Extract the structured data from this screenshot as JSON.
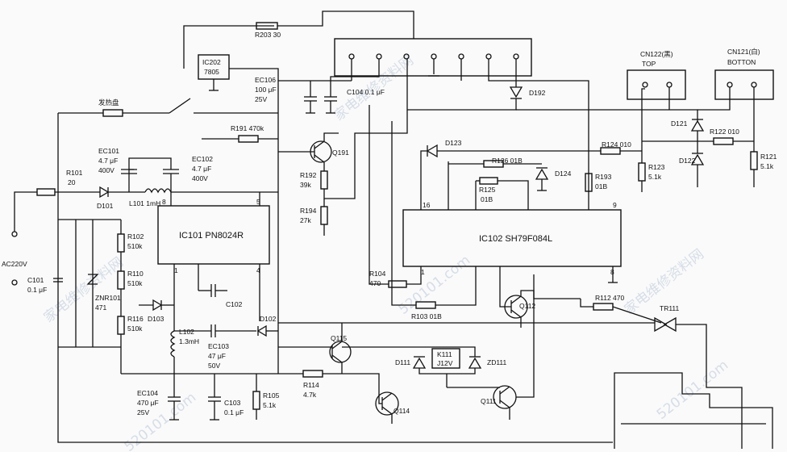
{
  "ic": {
    "ic101": "IC101 PN8024R",
    "ic102": "IC102 SH79F084L",
    "ic202": "IC202",
    "ic202_sub": "7805"
  },
  "connectors": {
    "cn122": "CN122(黑)",
    "cn122_sub": "TOP",
    "cn121": "CN121(白)",
    "cn121_sub": "BOTTON"
  },
  "labels": {
    "r203": "R203 30",
    "ec106": "EC106",
    "ec106_v": "100 μF",
    "ec106_u": "25V",
    "c104": "C104 0.1 μF",
    "heater": "发热盘",
    "r191": "R191 470k",
    "q191": "Q191",
    "r192": "R192",
    "r192_v": "39k",
    "r194": "R194",
    "r194_v": "27k",
    "ec101": "EC101",
    "ec101_v": "4.7 μF",
    "ec101_u": "400V",
    "ec102": "EC102",
    "ec102_v": "4.7 μF",
    "ec102_u": "400V",
    "r101": "R101",
    "r101_v": "20",
    "d101": "D101",
    "l101": "L101 1mH",
    "pin8": "8",
    "pin5": "5",
    "pin1": "1",
    "pin4": "4",
    "ac": "AC220V",
    "c101": "C101",
    "c101_v": "0.1 μF",
    "r102": "R102",
    "r102_v": "510k",
    "r110": "R110",
    "r110_v": "510k",
    "znr": "ZNR101",
    "znr_v": "471",
    "r116": "R116",
    "r116_v": "510k",
    "d103": "D103",
    "c102": "C102",
    "l102": "L102",
    "l102_v": "1.3mH",
    "ec103": "EC103",
    "ec103_v": "47 μF",
    "ec103_u": "50V",
    "d102": "D102",
    "ec104": "EC104",
    "ec104_v": "470 μF",
    "ec104_u": "25V",
    "c103": "C103",
    "c103_v": "0.1 μF",
    "r105": "R105",
    "r105_v": "5.1k",
    "d192": "D192",
    "d123": "D123",
    "r126": "R126 01B",
    "d124": "D124",
    "r125": "R125",
    "r125_v": "01B",
    "r193": "R193",
    "r193_v": "01B",
    "r124": "R124 010",
    "r123": "R123",
    "r123_v": "5.1k",
    "d121": "D121",
    "r122": "R122 010",
    "d122": "D122",
    "r121": "R121",
    "r121_v": "5.1k",
    "pin16": "16",
    "pin9": "9",
    "pin1b": "1",
    "pin8b": "8",
    "r104": "R104",
    "r104_v": "470",
    "r103": "R103 01B",
    "q112": "Q112",
    "r112": "R112 470",
    "tr111": "TR111",
    "q115": "Q115",
    "k111": "K111",
    "k111_v": "J12V",
    "d111": "D111",
    "zd111": "ZD111",
    "r114": "R114",
    "r114_v": "4.7k",
    "q114": "Q114",
    "q111": "Q111"
  },
  "watermarks": [
    "家电维修资料网",
    "520101.com",
    "家电维修资料网",
    "520101.com",
    "家电维修资料网",
    "520101.com"
  ]
}
